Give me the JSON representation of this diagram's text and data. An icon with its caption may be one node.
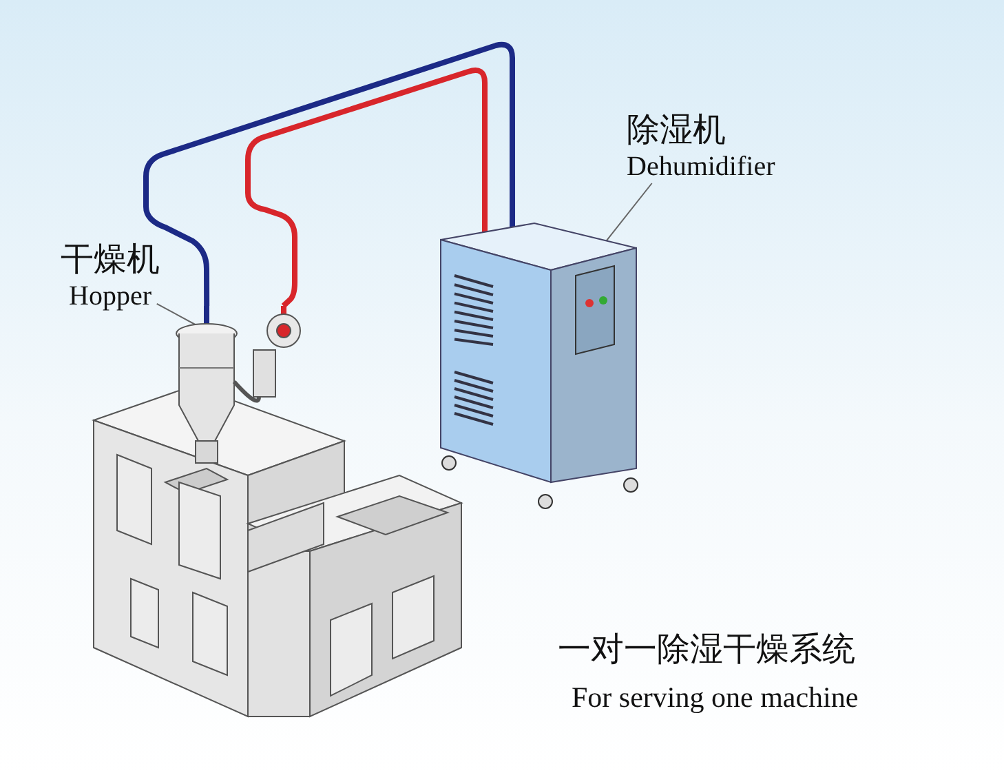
{
  "diagram": {
    "nodes": [
      {
        "text": [
          "干燥机",
          "Hopper"
        ]
      },
      {
        "text": [],
        "shape": "picture"
      },
      {
        "text": [
          "除湿机",
          "Dehumidifier"
        ]
      },
      {
        "text": [],
        "shape": "picture"
      }
    ],
    "edges": [
      {
        "from": 0,
        "to": 1,
        "arrow": "none"
      },
      {
        "from": 2,
        "to": 3,
        "arrow": "none"
      },
      {
        "from": 3,
        "to": 1,
        "arrow": "none",
        "style": "thick",
        "color": "#1c2a86"
      },
      {
        "from": 3,
        "to": 1,
        "arrow": "none",
        "style": "thick",
        "color": "#d8262b"
      }
    ],
    "labels": [
      "一对一除湿干燥系统",
      "For serving one machine"
    ]
  }
}
